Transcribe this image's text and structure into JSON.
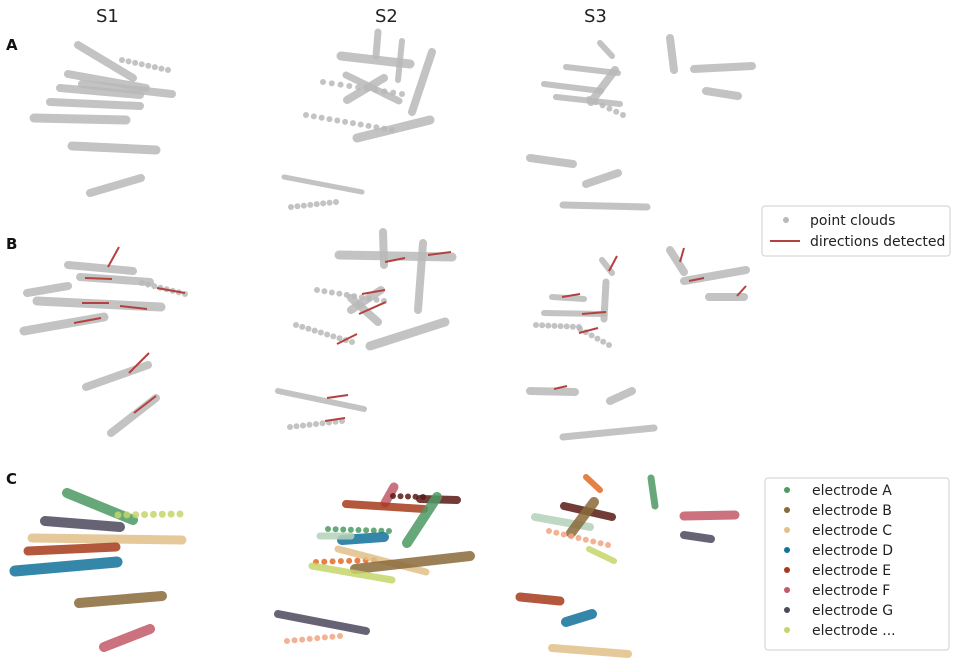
{
  "columns": [
    "S1",
    "S2",
    "S3"
  ],
  "rows": [
    "A",
    "B",
    "C"
  ],
  "legend_top": {
    "items": [
      {
        "label": "point clouds",
        "marker": "dot",
        "color": "#b9b9b9"
      },
      {
        "label": "directions detected",
        "marker": "line",
        "color": "#b3423f"
      }
    ]
  },
  "legend_bottom": {
    "items": [
      {
        "label": "electrode A",
        "color": "#4d9a63"
      },
      {
        "label": "electrode B",
        "color": "#8a6a3a"
      },
      {
        "label": "electrode C",
        "color": "#e2c08a"
      },
      {
        "label": "electrode D",
        "color": "#12739c"
      },
      {
        "label": "electrode E",
        "color": "#a63a1c"
      },
      {
        "label": "electrode F",
        "color": "#c25a68"
      },
      {
        "label": "electrode G",
        "color": "#4c4a5c"
      },
      {
        "label": "electrode ...",
        "color": "#c6d56a"
      }
    ]
  },
  "colors": {
    "point_cloud": "#b9b9b9",
    "direction": "#b3423f",
    "electrode_extra_orange": "#e36a24",
    "electrode_extra_darkred": "#5a1a14",
    "electrode_extra_mint": "#b5d2b9",
    "electrode_extra_peach": "#f0a580"
  }
}
